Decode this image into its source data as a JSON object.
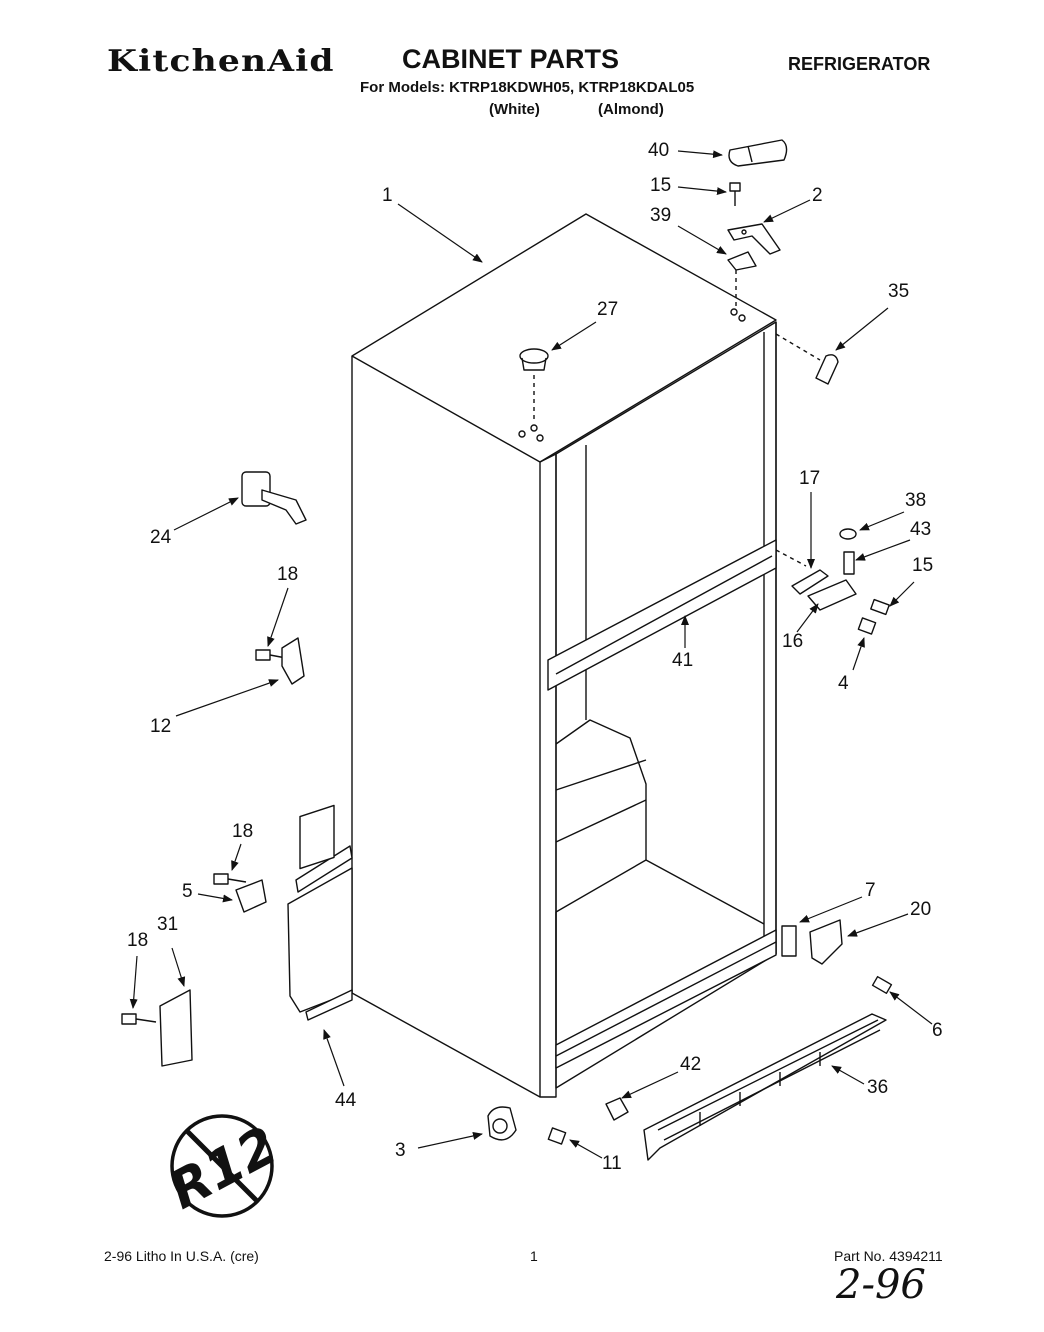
{
  "header": {
    "brand": "KitchenAid",
    "title": "CABINET PARTS",
    "category": "REFRIGERATOR",
    "models": "For Models: KTRP18KDWH05, KTRP18KDAL05",
    "variant_1": "(White)",
    "variant_2": "(Almond)"
  },
  "callouts": [
    "40",
    "15",
    "2",
    "39",
    "1",
    "35",
    "27",
    "17",
    "38",
    "43",
    "15",
    "16",
    "4",
    "24",
    "18",
    "41",
    "12",
    "18",
    "5",
    "7",
    "20",
    "18",
    "31",
    "6",
    "42",
    "36",
    "44",
    "3",
    "11"
  ],
  "badge": {
    "text": "R12",
    "icon": "no-r12-symbol-icon"
  },
  "footer": {
    "litho": "2-96 Litho In U.S.A. (cre)",
    "page": "1",
    "part_no": "Part No. 4394211",
    "handwritten": "2-96"
  }
}
